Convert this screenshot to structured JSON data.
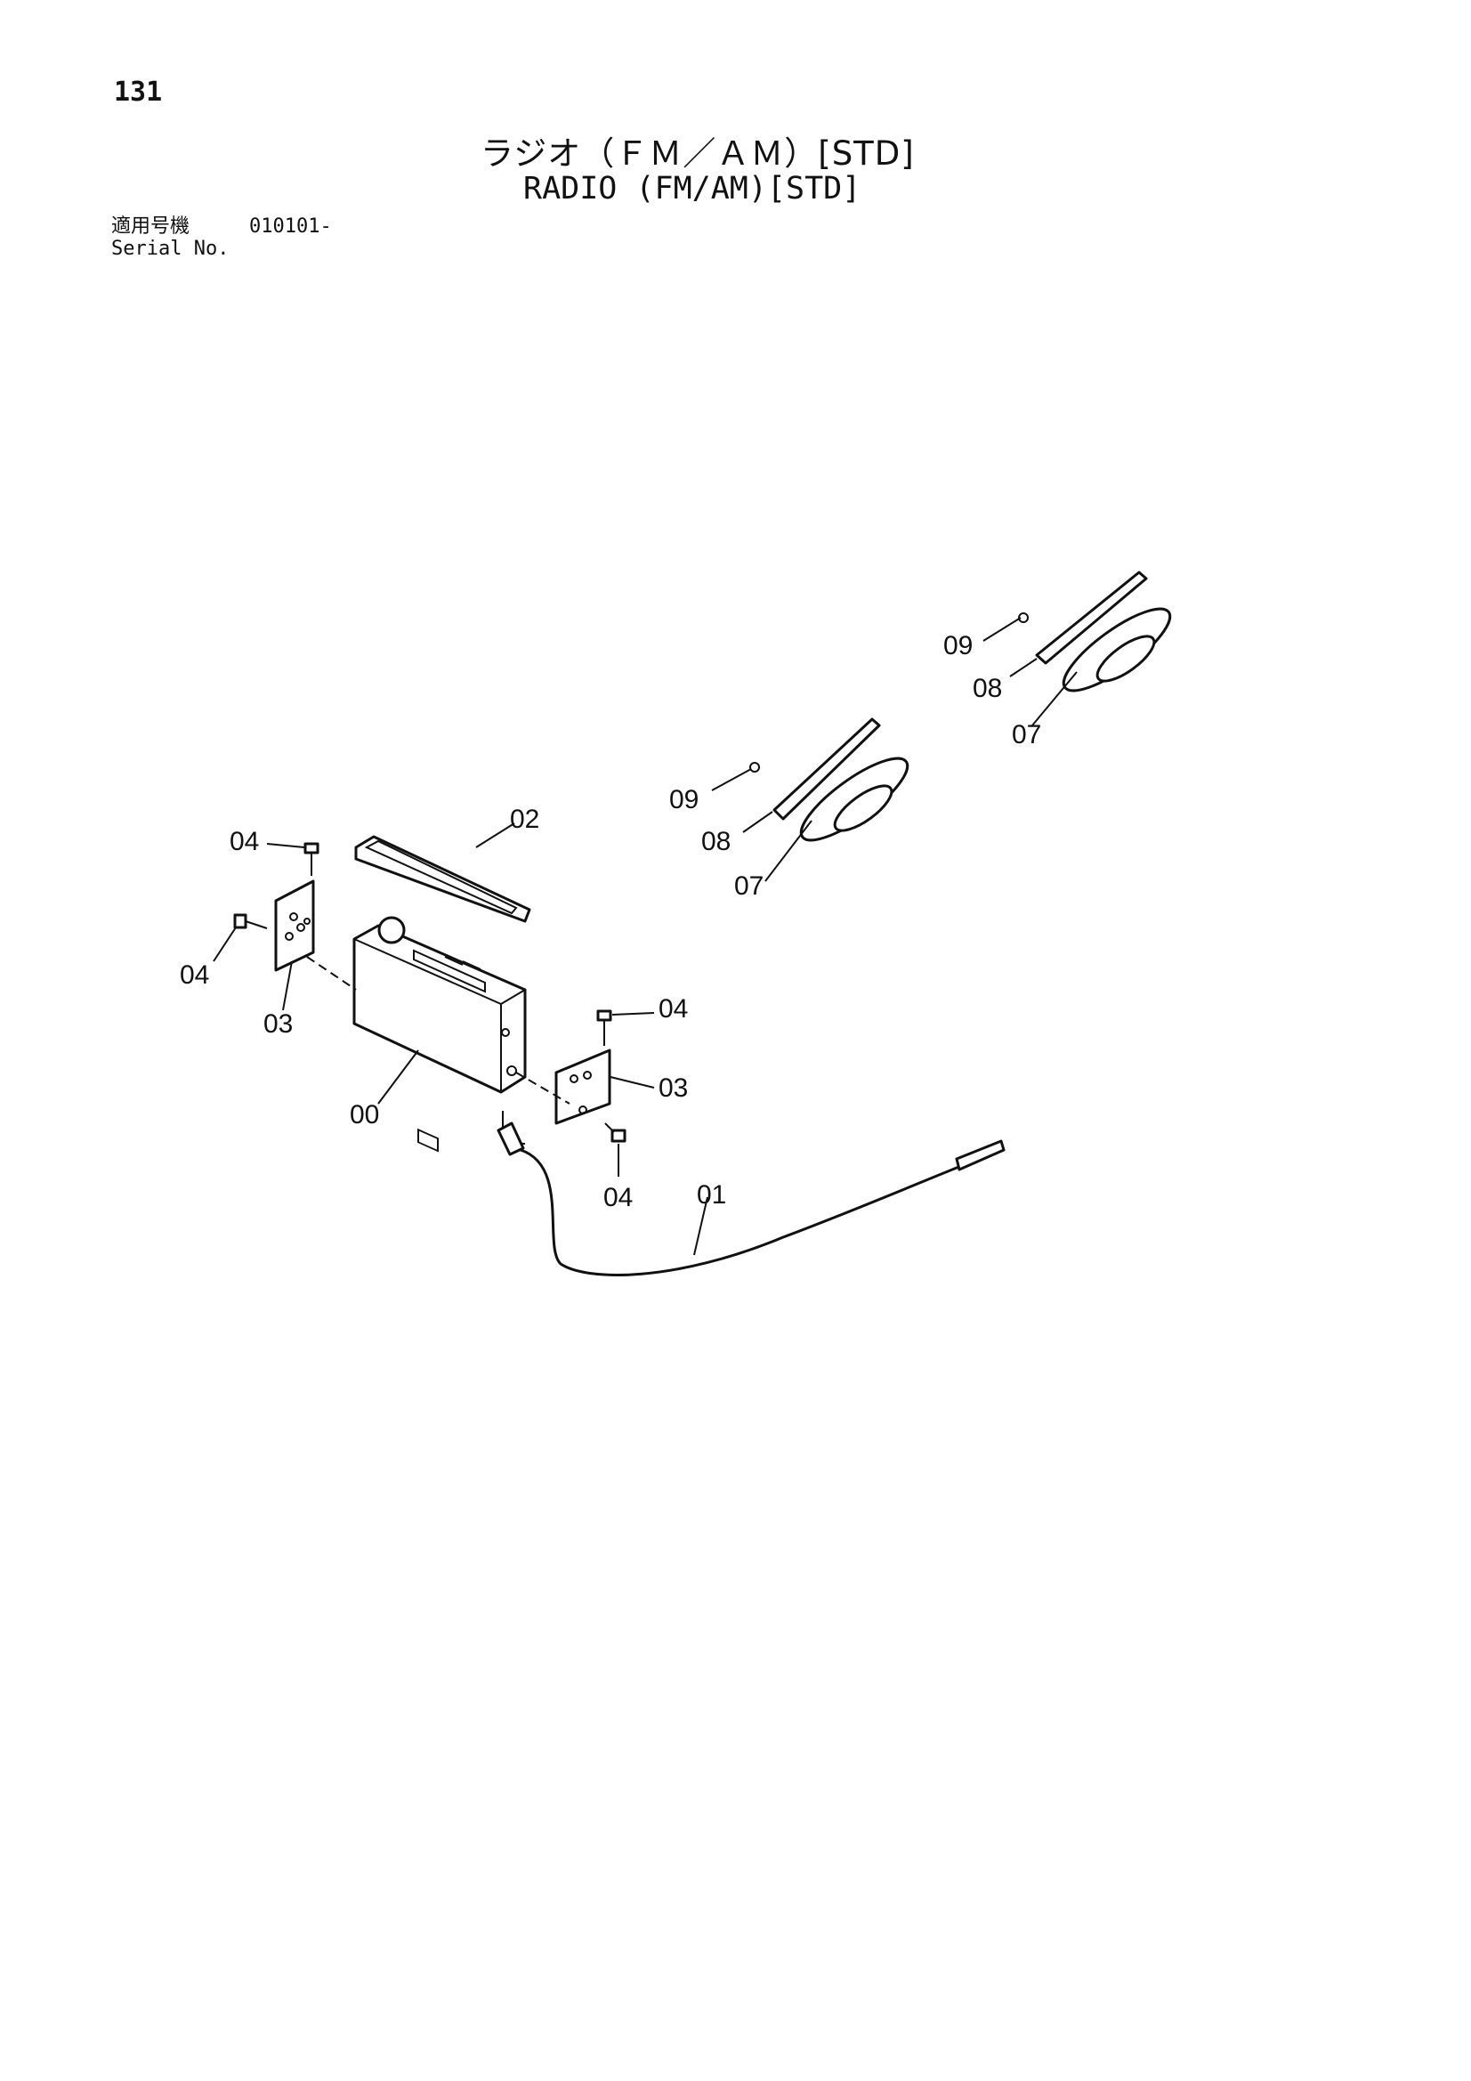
{
  "page": {
    "number": "131"
  },
  "title": {
    "jp": "ラジオ（ＦＭ／ＡＭ）[STD]",
    "en": "RADIO (FM/AM)[STD]"
  },
  "serial": {
    "label_jp": "適用号機",
    "label_en": "Serial No.",
    "value": "010101-"
  },
  "callouts": {
    "c00": "00",
    "c01": "01",
    "c02": "02",
    "c03a": "03",
    "c03b": "03",
    "c04a": "04",
    "c04b": "04",
    "c04c": "04",
    "c04d": "04",
    "c07a": "07",
    "c07b": "07",
    "c08a": "08",
    "c08b": "08",
    "c09a": "09",
    "c09b": "09"
  }
}
